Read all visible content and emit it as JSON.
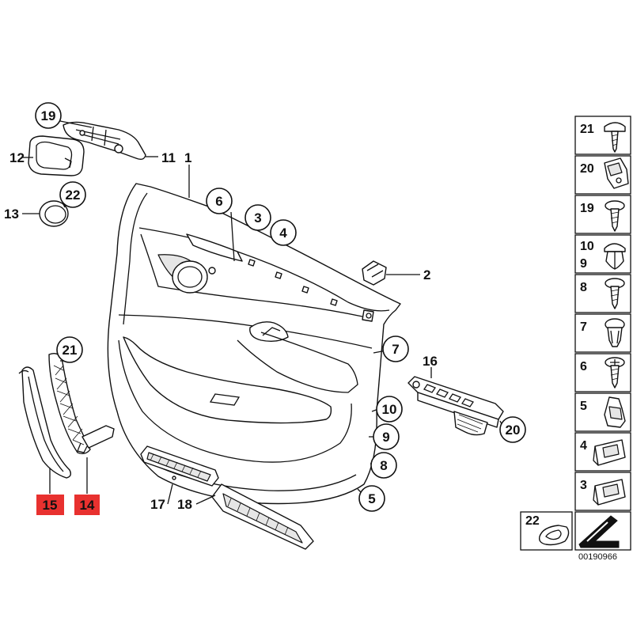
{
  "callouts": [
    {
      "id": "1",
      "label": "1"
    },
    {
      "id": "2",
      "label": "2"
    },
    {
      "id": "3",
      "label": "3"
    },
    {
      "id": "4",
      "label": "4"
    },
    {
      "id": "5",
      "label": "5"
    },
    {
      "id": "6",
      "label": "6"
    },
    {
      "id": "7",
      "label": "7"
    },
    {
      "id": "8",
      "label": "8"
    },
    {
      "id": "9",
      "label": "9"
    },
    {
      "id": "10",
      "label": "10"
    },
    {
      "id": "11",
      "label": "11"
    },
    {
      "id": "12",
      "label": "12"
    },
    {
      "id": "13",
      "label": "13"
    },
    {
      "id": "14",
      "label": "14",
      "highlight": true
    },
    {
      "id": "15",
      "label": "15",
      "highlight": true
    },
    {
      "id": "16",
      "label": "16"
    },
    {
      "id": "17",
      "label": "17"
    },
    {
      "id": "18",
      "label": "18"
    },
    {
      "id": "19",
      "label": "19"
    },
    {
      "id": "20",
      "label": "20"
    },
    {
      "id": "21",
      "label": "21"
    },
    {
      "id": "22",
      "label": "22"
    }
  ],
  "side_parts": [
    {
      "label": "21",
      "icon": "torx-screw-icon"
    },
    {
      "label": "20",
      "icon": "clip-nut-icon"
    },
    {
      "label": "19",
      "icon": "screw-icon"
    },
    {
      "label": "10",
      "label2": "9",
      "icon": "expansion-rivet-icon"
    },
    {
      "label": "8",
      "icon": "screw-icon"
    },
    {
      "label": "7",
      "icon": "spreading-clip-icon"
    },
    {
      "label": "6",
      "icon": "screw-icon"
    },
    {
      "label": "5",
      "icon": "plastic-clip-icon"
    },
    {
      "label": "4",
      "icon": "retainer-bracket-icon"
    },
    {
      "label": "3",
      "icon": "retainer-bracket-icon"
    }
  ],
  "legend": {
    "part_label": "22",
    "icon": "oval-cover-icon",
    "arrow_icon": "direction-arrow-icon"
  },
  "reference": "00190966",
  "colors": {
    "highlight": "#e8312f",
    "line": "#111111",
    "background": "#ffffff"
  }
}
